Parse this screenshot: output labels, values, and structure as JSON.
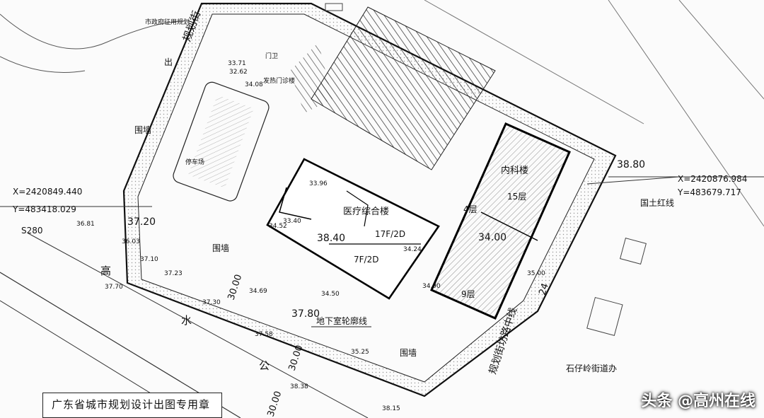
{
  "labels": {
    "top_authority": "市政府征用规划",
    "planned_street": "规划街",
    "exit": "出",
    "fence": "围墙",
    "fence2": "围墙",
    "fence3": "围墙",
    "parking": "停车场",
    "medical_complex": "医疗综合楼",
    "floors_17": "17F/2D",
    "floors_7": "7F/2D",
    "internal_building": "内科楼",
    "floors_15": "15层",
    "floors_4": "4层",
    "floors_9": "9层",
    "basement_line": "地下室轮廓线",
    "land_red_line": "国土红线",
    "high_water_road": [
      "高",
      "水",
      "公"
    ],
    "road_s280": "S280",
    "street_office": "石仔岭街道办",
    "planned_street_center": "规划街坊路中线",
    "emergency_building": "发热门诊楼",
    "gatehouse": "门卫"
  },
  "coords": {
    "left_x": "X=2420849.440",
    "left_y": "Y=483418.029",
    "right_x": "X=2420876.984",
    "right_y": "Y=483679.717"
  },
  "elevations": [
    "37.20",
    "38.40",
    "37.80",
    "38.80",
    "34.00",
    "33.96",
    "33.40",
    "34.52",
    "34.24",
    "34.50",
    "34.69",
    "34.90",
    "35.00",
    "35.25",
    "36.03",
    "36.81",
    "37.10",
    "37.23",
    "37.70",
    "37.30",
    "37.58",
    "38.15",
    "38.38",
    "33.71",
    "32.62",
    "34.08"
  ],
  "dimensions": [
    "30.00",
    "30.00",
    "30.00",
    "24"
  ],
  "stamp": "广东省城市规划设计出图专用章",
  "watermark": "头条 @高州在线"
}
